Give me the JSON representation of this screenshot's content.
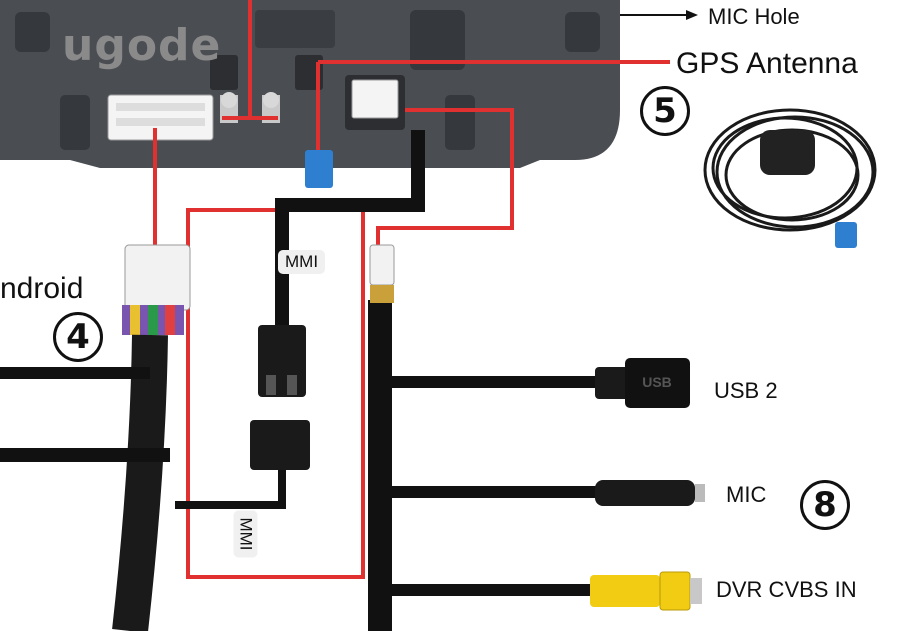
{
  "brand": "ugode",
  "labels": {
    "mic_hole": "MIC Hole",
    "gps_antenna": "GPS Antenna",
    "android": "ndroid",
    "usb": "USB 2",
    "mic": "MIC",
    "dvr": "DVR CVBS IN",
    "usb_embossed": "USB"
  },
  "tags": {
    "mmi_top": "MMI",
    "mmi_bottom": "MMI"
  },
  "badges": {
    "four": "4",
    "five": "5",
    "eight": "8"
  },
  "colors": {
    "panel": "#4a4d52",
    "cable": "#111111",
    "highlight": "#e03030",
    "rca_yellow": "#f2cc12",
    "gps_blue": "#2f7fd0"
  }
}
